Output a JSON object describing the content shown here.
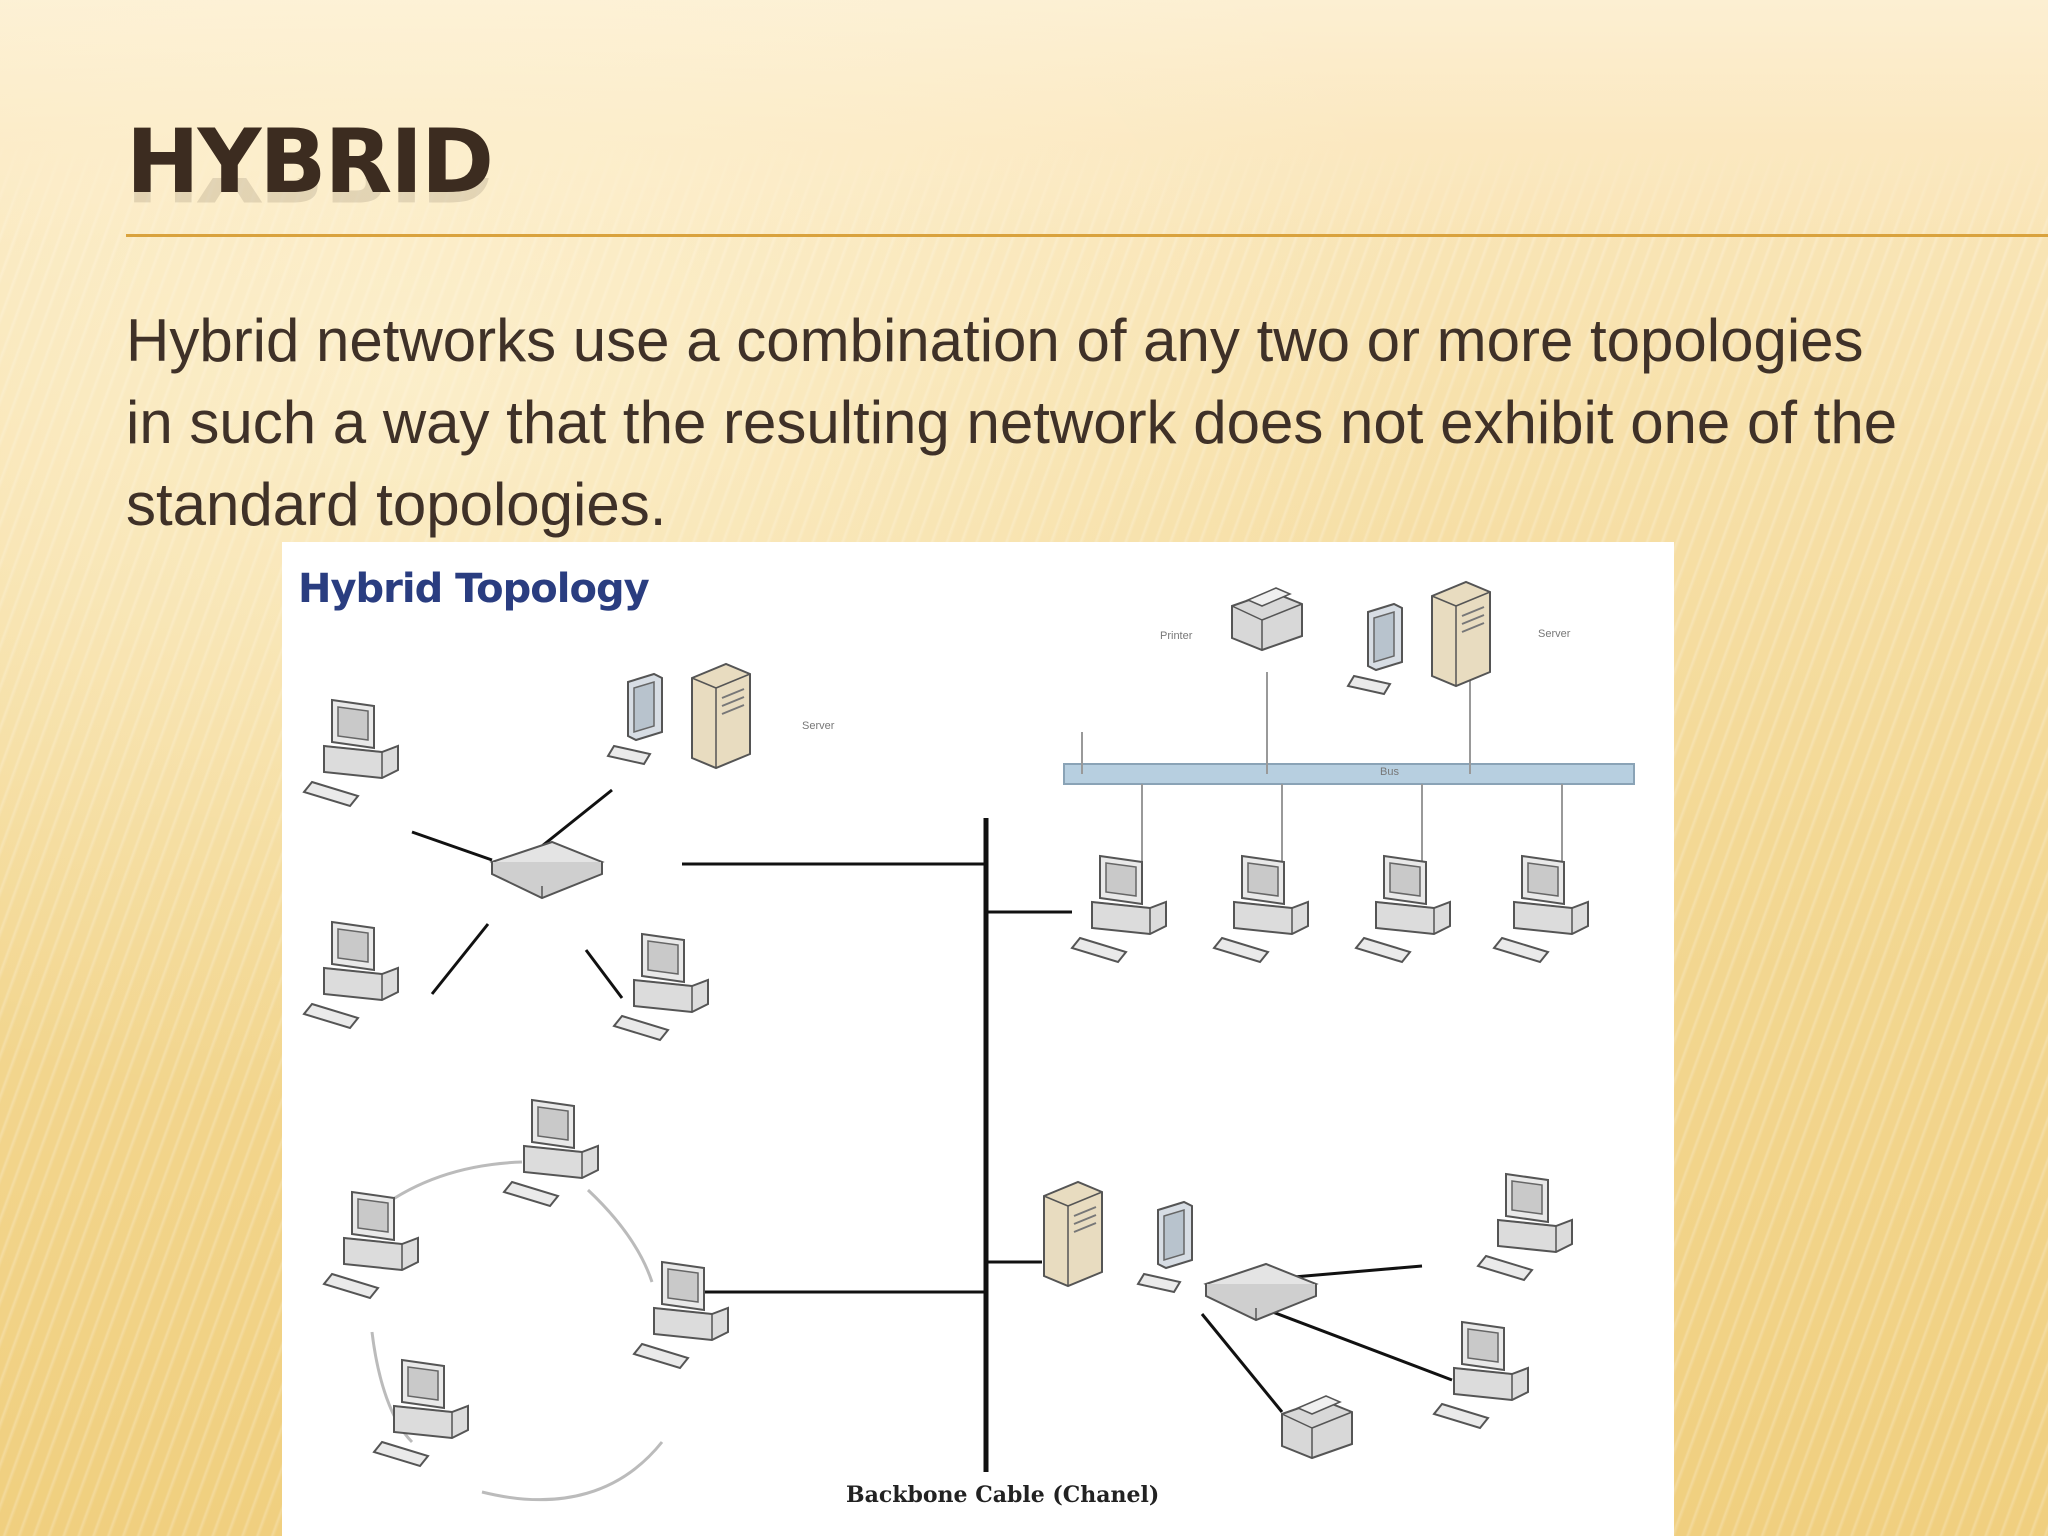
{
  "slide": {
    "title": "HYBRID",
    "body": "Hybrid networks use a combination of any two or more topologies in such a way that the resulting network does not exhibit one of the standard topologies."
  },
  "diagram": {
    "title": "Hybrid Topology",
    "backbone_label": "Backbone Cable (Chanel)",
    "star_server_label": "Server",
    "bus_printer_label": "Printer",
    "bus_server_label": "Server",
    "bus_cable_label": "Bus"
  },
  "colors": {
    "title": "#3c2c20",
    "accent_rule": "#d9a23d",
    "diagram_title": "#2a3d80",
    "bus_cable": "#b7cfe0"
  }
}
